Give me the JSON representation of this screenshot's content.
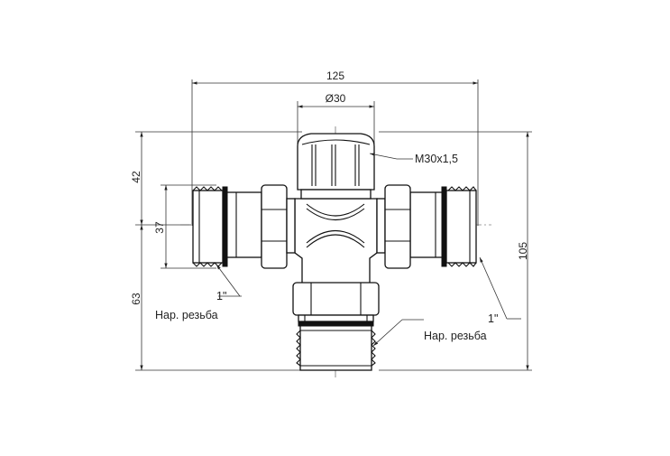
{
  "dimensions": {
    "overall_width": "125",
    "cap_diameter": "Ø30",
    "cap_thread": "M30x1,5",
    "upper_height": "42",
    "port_height": "37",
    "lower_height": "63",
    "total_height": "105"
  },
  "annotations": {
    "left_size": "1\"",
    "left_thread": "Нар. резьба",
    "right_size": "1\"",
    "right_thread": "Нар. резьба"
  }
}
